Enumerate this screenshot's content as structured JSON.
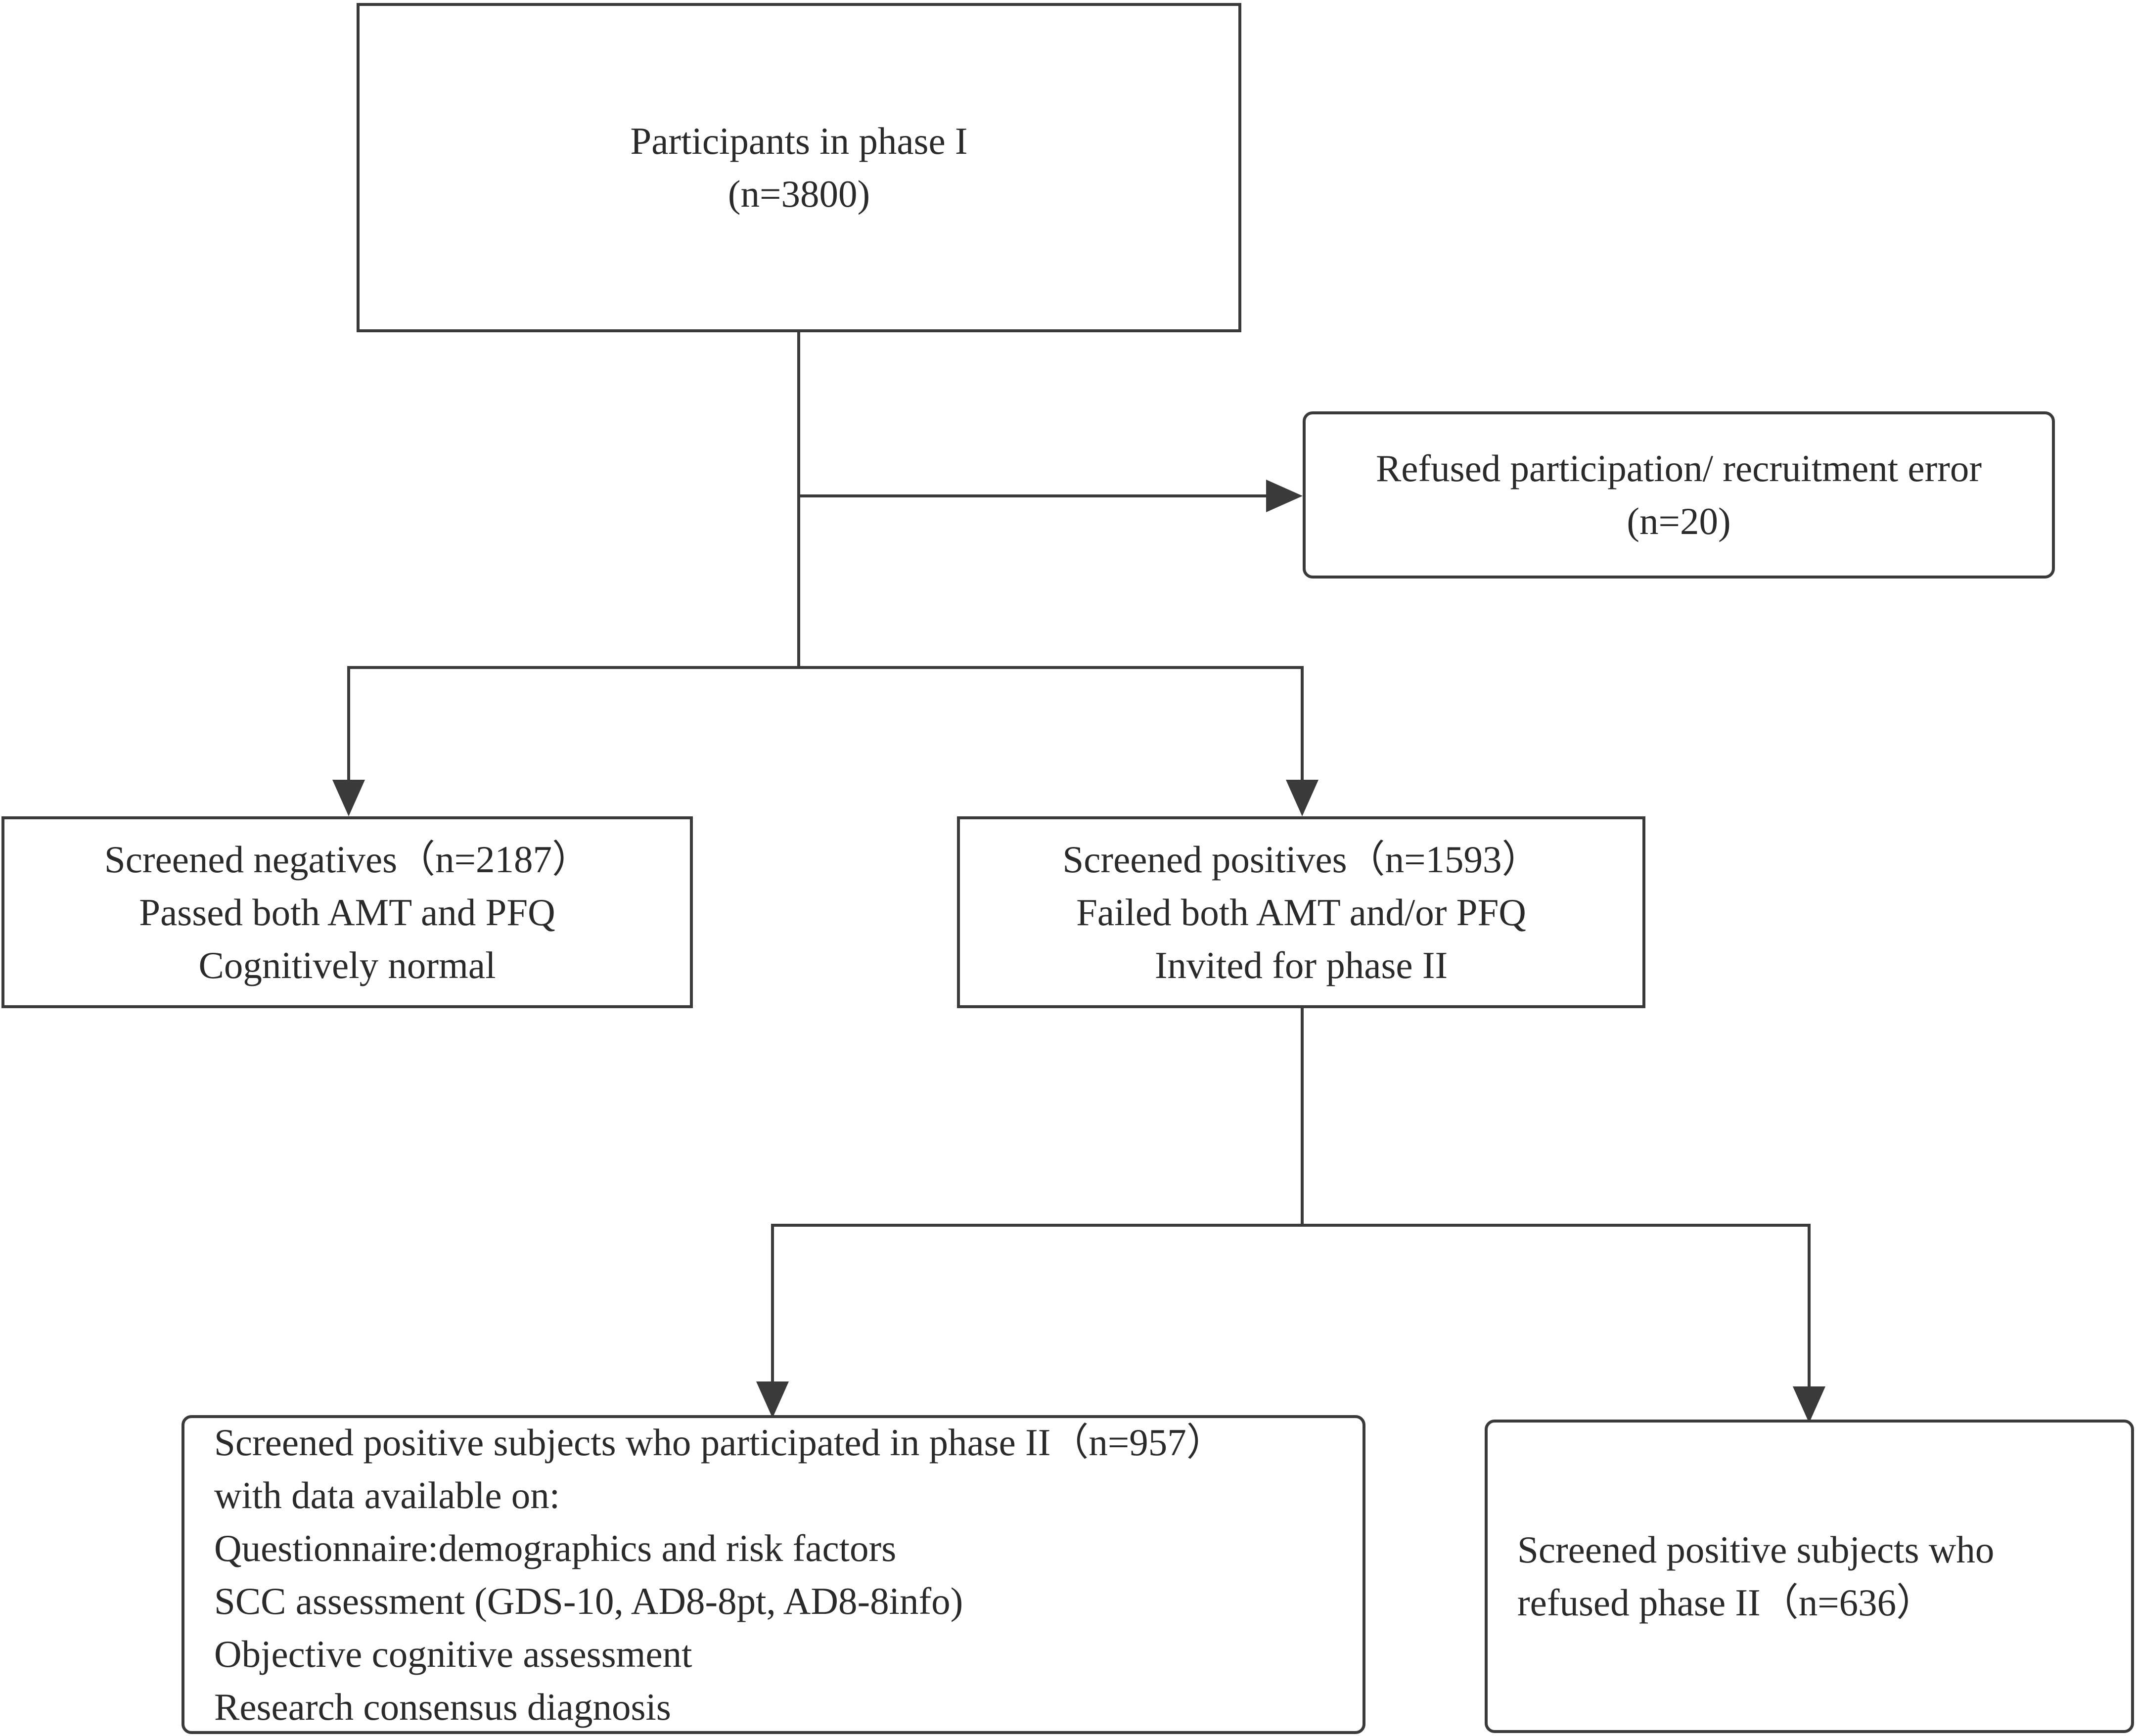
{
  "boxes": {
    "phase1": {
      "lines": [
        "Participants in phase I",
        "(n=3800)"
      ]
    },
    "refused": {
      "lines": [
        "Refused participation/ recruitment error",
        "(n=20)"
      ]
    },
    "negatives": {
      "lines": [
        "Screened negatives（n=2187）",
        "Passed both AMT and PFQ",
        "Cognitively normal"
      ]
    },
    "positives": {
      "lines": [
        "Screened positives（n=1593）",
        "Failed both AMT and/or PFQ",
        "Invited for phase II"
      ]
    },
    "phase2": {
      "lines": [
        "Screened positive subjects who participated in phase II（n=957）",
        "with data available on:",
        "Questionnaire:demographics and risk  factors",
        "SCC assessment (GDS-10, AD8-8pt, AD8-8info)",
        "Objective cognitive assessment",
        "Research consensus diagnosis"
      ]
    },
    "refused_phase2": {
      "lines": [
        "Screened positive subjects who",
        "refused  phase II（n=636）"
      ]
    }
  },
  "style": {
    "line_color": "#3a3a3a"
  }
}
